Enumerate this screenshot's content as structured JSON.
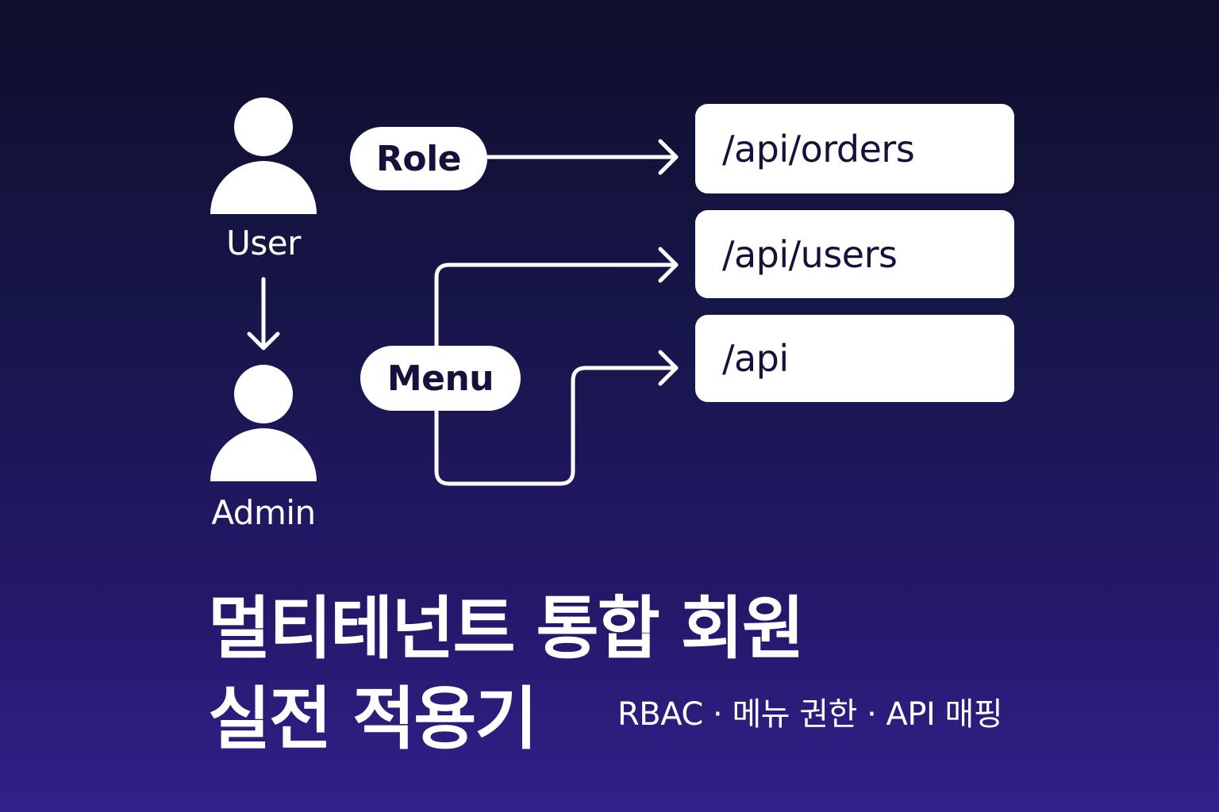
{
  "diagram": {
    "actors": {
      "user_label": "User",
      "admin_label": "Admin"
    },
    "nodes": {
      "role_label": "Role",
      "menu_label": "Menu"
    },
    "endpoints": [
      {
        "label": "/api/orders"
      },
      {
        "label": "/api/users"
      },
      {
        "label": "/api"
      }
    ]
  },
  "title": {
    "line1": "멀티테넌트 통합 회원",
    "line2": "실전 적용기",
    "subtitle": "RBAC · 메뉴 권한 · API 매핑"
  },
  "colors": {
    "background_top": "#0f0e2c",
    "background_bottom": "#33208a",
    "foreground": "#ffffff",
    "box_text": "#14123a"
  }
}
